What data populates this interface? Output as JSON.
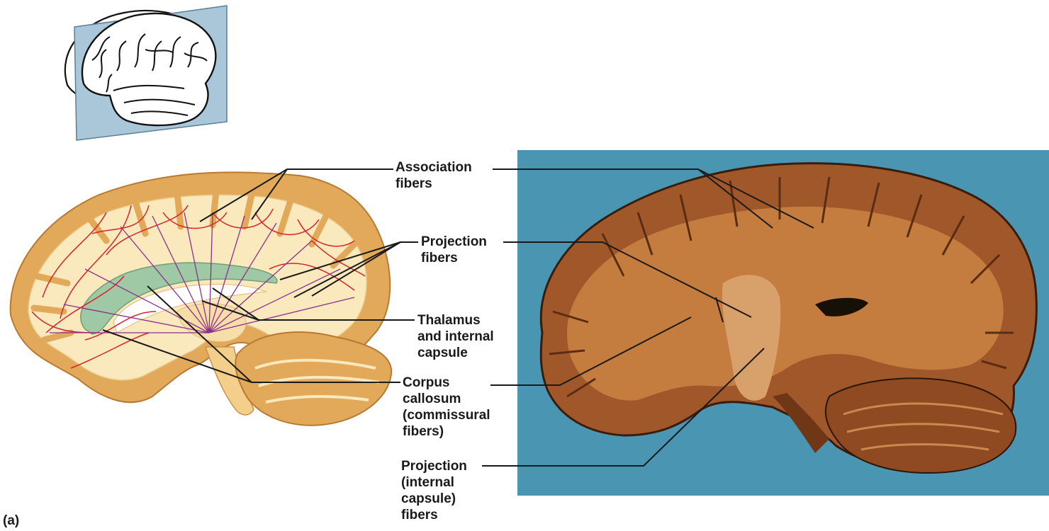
{
  "figure": {
    "part_label": "(a)",
    "labels": {
      "association": [
        "Association",
        "fibers"
      ],
      "projection": [
        "Projection",
        "fibers"
      ],
      "thalamus": [
        "Thalamus",
        "and internal",
        "capsule"
      ],
      "corpus": [
        "Corpus",
        "callosum",
        "(commissural",
        "fibers)"
      ],
      "projection_internal": [
        "Projection",
        "(internal",
        "capsule)",
        "fibers"
      ]
    },
    "colors": {
      "photo_background": "#4a96b2",
      "orientation_plane": "#a9c7d8",
      "cortex": "#e2a95a",
      "white_matter": "#fbe9be",
      "association_fiber_lines": "#d9232a",
      "projection_fiber_lines": "#8b2f8f",
      "corpus_callosum_dots": "#9fc9a5",
      "photo_tissue": "#a0582a"
    }
  }
}
